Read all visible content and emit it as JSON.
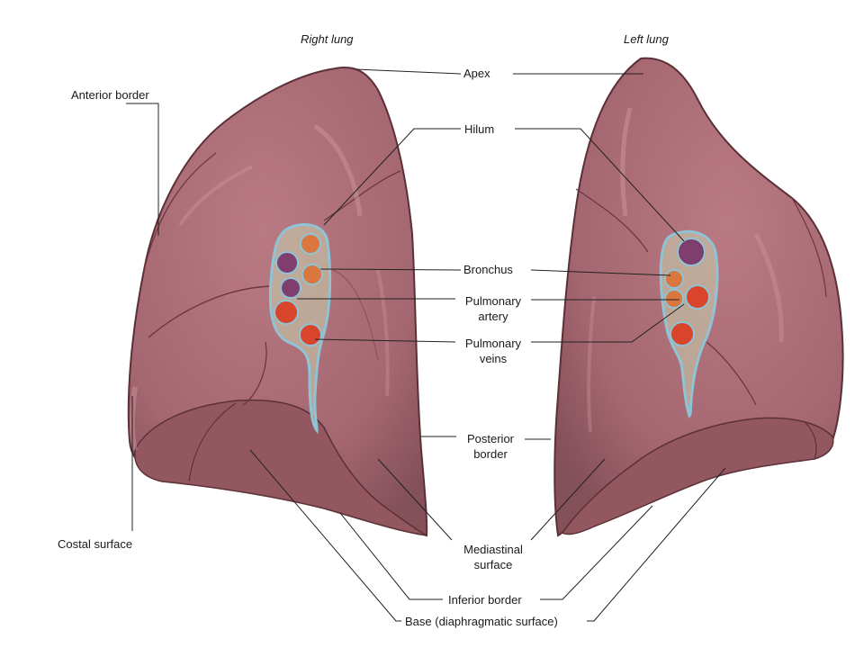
{
  "titles": {
    "right_lung": "Right lung",
    "left_lung": "Left lung"
  },
  "labels": {
    "apex": "Apex",
    "hilum": "Hilum",
    "anterior_border": "Anterior border",
    "bronchus": "Bronchus",
    "pulmonary_artery_l1": "Pulmonary",
    "pulmonary_artery_l2": "artery",
    "pulmonary_veins_l1": "Pulmonary",
    "pulmonary_veins_l2": "veins",
    "posterior_border_l1": "Posterior",
    "posterior_border_l2": "border",
    "costal_surface": "Costal surface",
    "mediastinal_surface_l1": "Mediastinal",
    "mediastinal_surface_l2": "surface",
    "inferior_border": "Inferior border",
    "base": "Base (diaphragmatic surface)"
  },
  "colors": {
    "lung_fill": "#a46670",
    "lung_shadow": "#7a4650",
    "lung_highlight": "#c58d95",
    "lung_outline": "#5c3037",
    "hilum_membrane": "#8fc3d6",
    "bronchus": "#d9773e",
    "artery_purple": "#7f3e6e",
    "vein_red": "#d8452a",
    "leader_line": "#222222"
  }
}
